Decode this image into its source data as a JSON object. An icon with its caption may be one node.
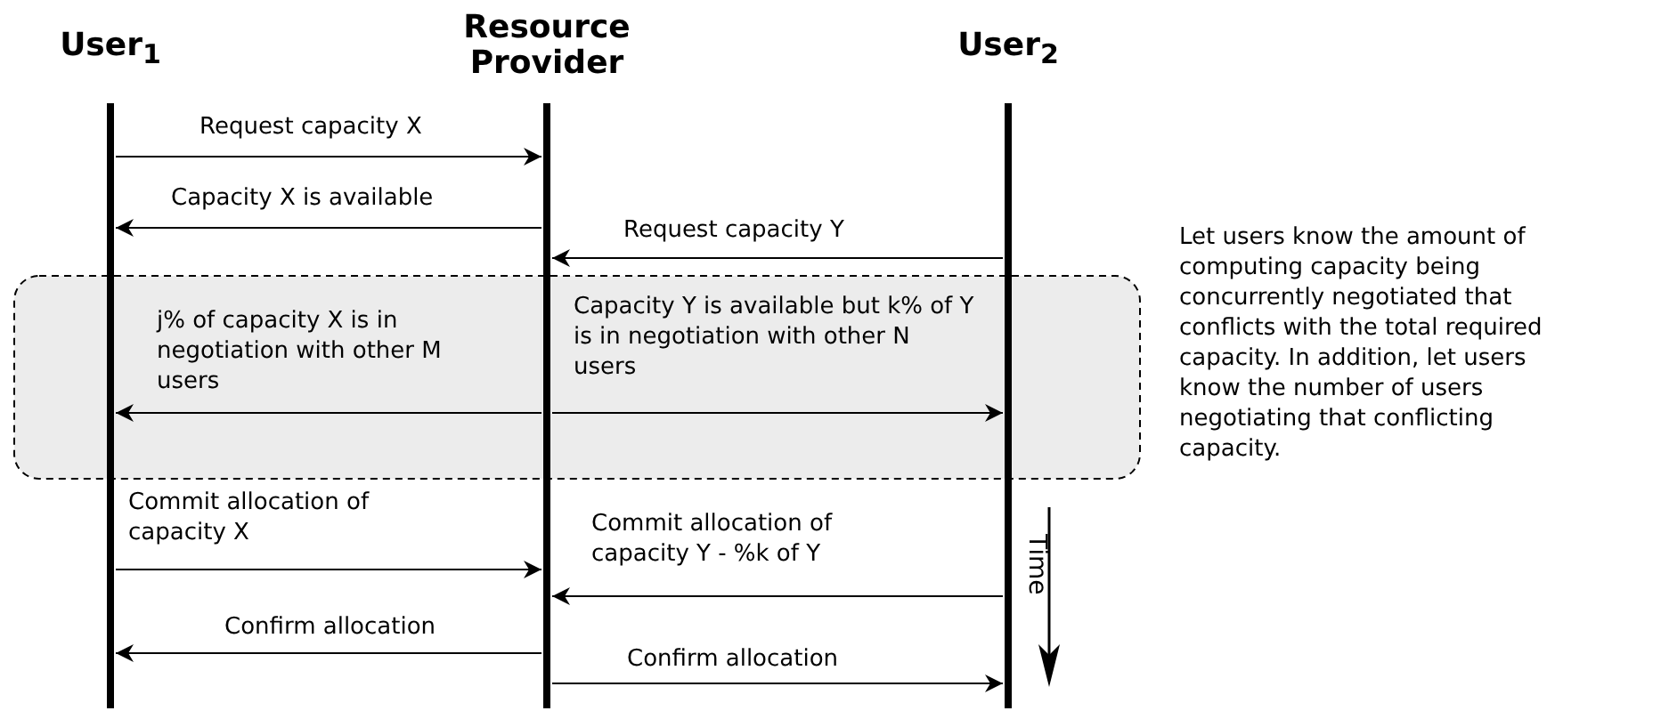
{
  "diagram": {
    "nodes": [
      {
        "text": [
          "User$_{1}$"
        ]
      },
      {
        "text": [
          "Resource Provider"
        ]
      },
      {
        "text": [
          "User$_{2}$"
        ]
      }
    ],
    "edges": [
      {
        "from": 0,
        "to": 1,
        "arrow": "to",
        "label": "Request capacity X"
      },
      {
        "from": 1,
        "to": 0,
        "arrow": "to",
        "label": "Capacity X is available"
      },
      {
        "from": 2,
        "to": 1,
        "arrow": "to",
        "label": "Request capacity Y"
      },
      {
        "from": 1,
        "to": 0,
        "arrow": "to",
        "label": "j% of capacity X is in negotiation with other M users"
      },
      {
        "from": 1,
        "to": 2,
        "arrow": "to",
        "label": "Capacity Y is available but k% of Y is in negotiation with other N users"
      },
      {
        "from": 0,
        "to": 1,
        "arrow": "to",
        "label": "Commit allocation of capacity X"
      },
      {
        "from": 2,
        "to": 1,
        "arrow": "to",
        "label": "Commit allocation of capacity Y - %k of Y"
      },
      {
        "from": 1,
        "to": 0,
        "arrow": "to",
        "label": "Confirm allocation"
      },
      {
        "from": 1,
        "to": 2,
        "arrow": "to",
        "label": "Confirm allocation"
      }
    ],
    "labels": [
      "Let users know the amount of computing capacity being concurrently negotiated that conflicts with the total required capacity. In addition, let users know the number of users negotiating that conflicting capacity.",
      "Time"
    ]
  }
}
